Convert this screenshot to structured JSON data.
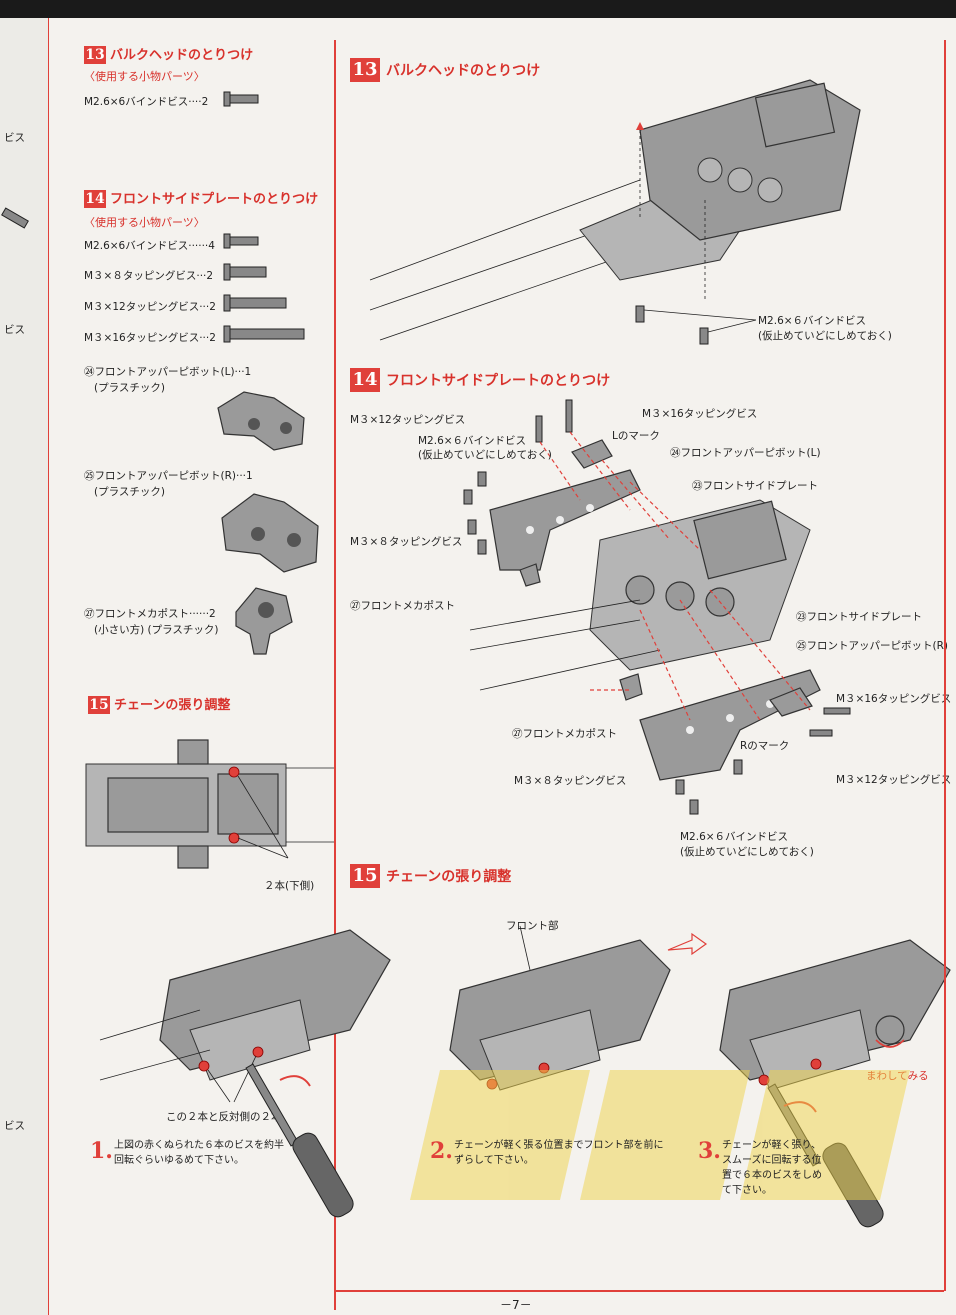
{
  "left": {
    "s13": {
      "num": "13",
      "title": "バルクヘッドのとりつけ",
      "sub": "〈使用する小物パーツ〉",
      "parts": [
        {
          "label": "M2.6×6バインドビス····2"
        }
      ]
    },
    "s14": {
      "num": "14",
      "title": "フロントサイドプレートのとりつけ",
      "sub": "〈使用する小物パーツ〉",
      "parts": [
        {
          "label": "M2.6×6バインドビス······4"
        },
        {
          "label": "M３×８タッピングビス···2"
        },
        {
          "label": "M３×12タッピングビス···2"
        },
        {
          "label": "M３×16タッピングビス···2"
        }
      ],
      "plastic": [
        {
          "label": "㉔フロントアッパーピボット(L)···1",
          "note": "(プラスチック)"
        },
        {
          "label": "㉕フロントアッパーピボット(R)···1",
          "note": "(プラスチック)"
        },
        {
          "label": "㉗フロントメカポスト······2",
          "note": "(小さい方) (プラスチック)"
        }
      ]
    },
    "s15": {
      "num": "15",
      "title": "チェーンの張り調整",
      "callout": "２本(下側)"
    },
    "edge": {
      "a": "ビス",
      "b": "ビス",
      "c": "ビス"
    }
  },
  "right": {
    "s13": {
      "num": "13",
      "title": "バルクヘッドのとりつけ",
      "callout_1": "M2.6×６バインドビス",
      "callout_2": "(仮止めていどにしめておく)"
    },
    "s14": {
      "num": "14",
      "title": "フロントサイドプレートのとりつけ",
      "labels": {
        "m3x12_top": "M３×12タッピングビス",
        "m3x16_top": "M３×16タッピングビス",
        "m26_a": "M2.6×６バインドビス",
        "m26_b": "(仮止めていどにしめておく)",
        "l_mark": "Lのマーク",
        "pivot_l": "㉔フロントアッパーピボット(L)",
        "side_plate_1": "㉓フロントサイドプレート",
        "m3x8_top": "M３×８タッピングビス",
        "mecha_1": "㉗フロントメカポスト",
        "side_plate_2": "㉓フロントサイドプレート",
        "pivot_r": "㉕フロントアッパーピボット(R)",
        "m3x16_bot": "M３×16タッピングビス",
        "mecha_2": "㉗フロントメカポスト",
        "r_mark": "Rのマーク",
        "m3x12_bot": "M３×12タッピングビス",
        "m3x8_bot": "M３×８タッピングビス",
        "m26_c": "M2.6×６バインドビス",
        "m26_d": "(仮止めていどにしめておく)"
      }
    },
    "s15": {
      "num": "15",
      "title": "チェーンの張り調整",
      "front_label": "フロント部",
      "turn_label": "まわしてみる",
      "callout_screws": "この２本と反対側の２本"
    }
  },
  "steps": [
    {
      "num": "1.",
      "text": "上図の赤くぬられた６本のビスを約半回転ぐらいゆるめて下さい。"
    },
    {
      "num": "2.",
      "text": "チェーンが軽く張る位置までフロント部を前にずらして下さい。"
    },
    {
      "num": "3.",
      "text": "チェーンが軽く張り、スムーズに回転する位置で６本のビスをしめて下さい。"
    }
  ],
  "page_number": "－7－",
  "colors": {
    "accent": "#e0403a",
    "ink": "#222222",
    "paper": "#f4f2ee"
  }
}
